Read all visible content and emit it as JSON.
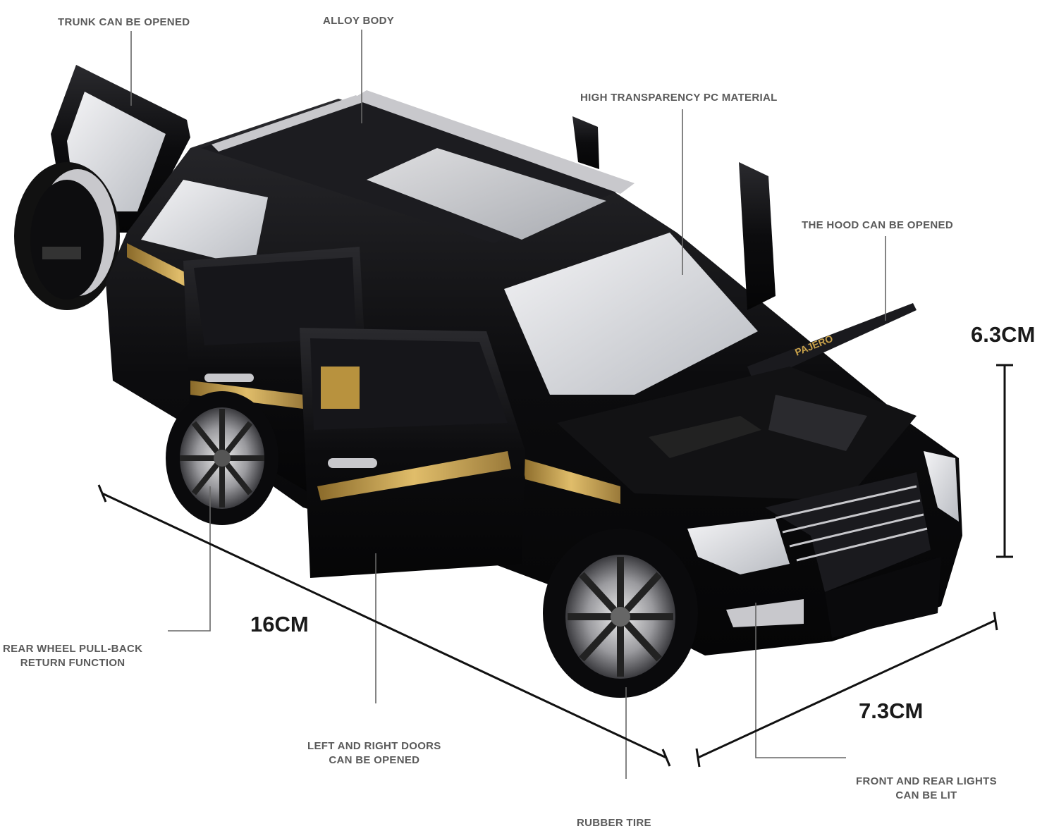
{
  "callouts": {
    "trunk": "TRUNK CAN BE OPENED",
    "alloy_body": "ALLOY BODY",
    "pc_material": "HIGH TRANSPARENCY PC MATERIAL",
    "hood": "THE HOOD CAN BE OPENED",
    "pullback_line1": "REAR WHEEL PULL-BACK",
    "pullback_line2": "RETURN FUNCTION",
    "doors_line1": "LEFT AND RIGHT DOORS",
    "doors_line2": "CAN BE OPENED",
    "rubber_tire": "RUBBER TIRE",
    "lights_line1": "FRONT AND REAR LIGHTS",
    "lights_line2": "CAN BE LIT"
  },
  "dimensions": {
    "height": "6.3CM",
    "length": "16CM",
    "width": "7.3CM"
  },
  "car": {
    "hood_text": "PAJERO",
    "body_color": "#0d0d0f",
    "stripe_color": "#c9a24a",
    "chrome_color": "#c8c8cc"
  }
}
